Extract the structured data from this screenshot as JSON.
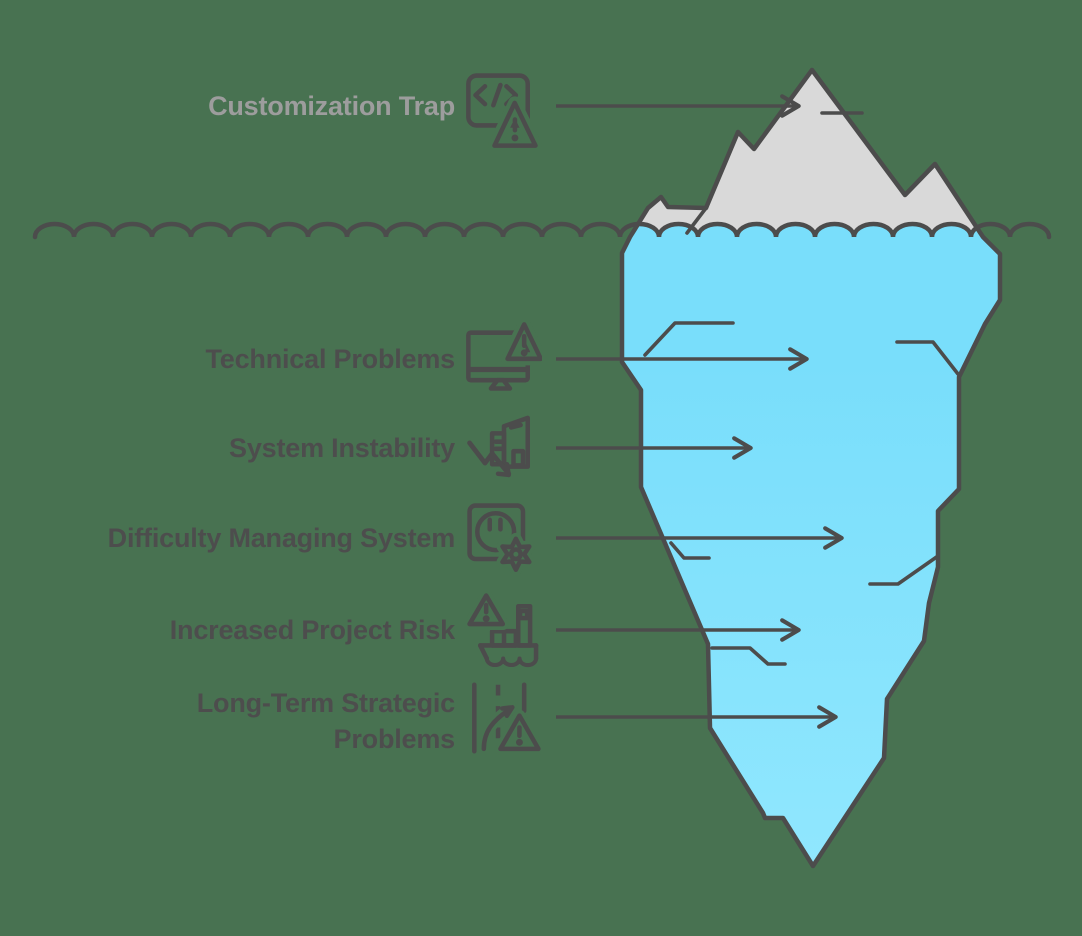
{
  "diagram": {
    "type": "iceberg-infographic",
    "above_water": {
      "label": "Customization Trap",
      "icon": "code-warning-icon"
    },
    "below_water": [
      {
        "label": "Technical Problems",
        "icon": "monitor-warning-icon"
      },
      {
        "label": "System Instability",
        "icon": "building-decline-icon"
      },
      {
        "label": "Difficulty Managing System",
        "icon": "system-gear-icon"
      },
      {
        "label": "Increased Project Risk",
        "icon": "ship-warning-icon"
      },
      {
        "label": "Long-Term Strategic Problems",
        "icon": "road-warning-icon"
      }
    ],
    "colors": {
      "background": "#487251",
      "iceberg_above_water": "#d9d9d9",
      "iceberg_below_water_top": "#79defb",
      "iceberg_below_water_bottom": "#90e7fe",
      "outline_stroke": "#4c4c4c",
      "label_above_water": "#9d9d9d",
      "label_below_water": "#4d4d4d"
    }
  }
}
